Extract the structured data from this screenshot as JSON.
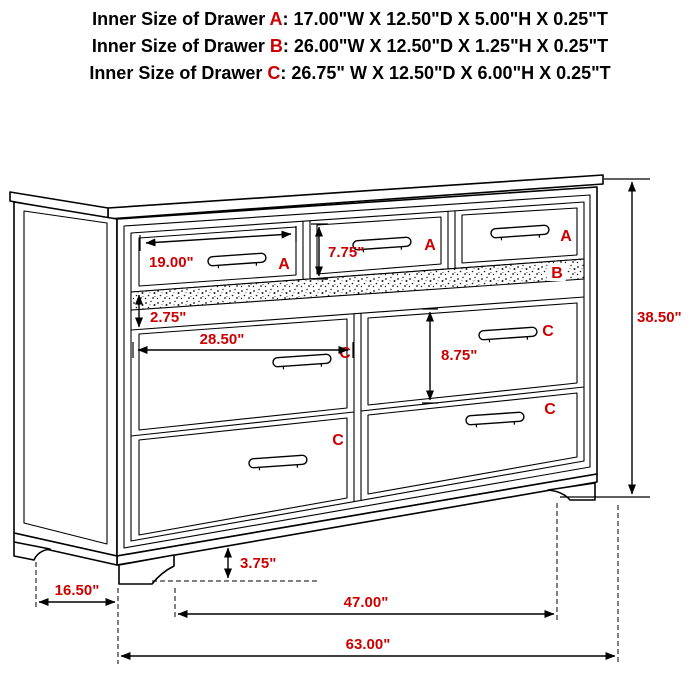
{
  "title": {
    "lines": [
      {
        "prefix": "Inner Size of Drawer ",
        "letter": "A",
        "rest": ": 17.00\"W X 12.50\"D X 5.00\"H X 0.25\"T"
      },
      {
        "prefix": "Inner Size of Drawer ",
        "letter": "B",
        "rest": ": 26.00\"W X 12.50\"D X 1.25\"H X 0.25\"T"
      },
      {
        "prefix": "Inner Size of Drawer ",
        "letter": "C",
        "rest": ": 26.75\" W X 12.50\"D X 6.00\"H X 0.25\"T"
      }
    ]
  },
  "diagram": {
    "drawer_letters": {
      "a1": "A",
      "a2": "A",
      "a3": "A",
      "b": "B",
      "c1": "C",
      "c2": "C",
      "c3": "C",
      "c4": "C"
    },
    "measurements": {
      "drawer_a_width": "19.00\"",
      "drawer_a_front_height": "7.75\"",
      "jewelry_drawer_front_height": "2.75\"",
      "drawer_c_width": "28.50\"",
      "drawer_c_front_height": "8.75\"",
      "overall_height": "38.50\"",
      "foot_height": "3.75\"",
      "side_depth": "16.50\"",
      "width_between_legs": "47.00\"",
      "overall_width": "63.00\""
    },
    "colors": {
      "label_red": "#cc0000",
      "line_black": "#000000",
      "background": "#ffffff"
    }
  }
}
